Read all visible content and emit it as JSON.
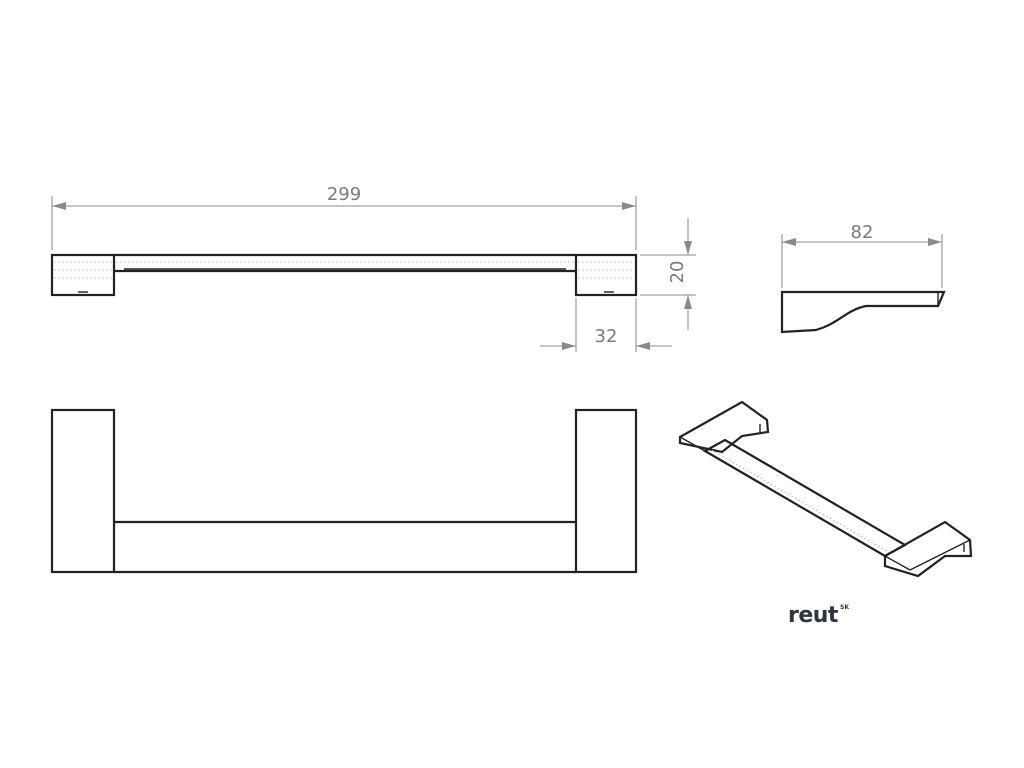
{
  "dimensions": {
    "length": "299",
    "height": "20",
    "bracket_width": "32",
    "depth": "82"
  },
  "logo": {
    "text": "reut",
    "superscript": "SK"
  },
  "colors": {
    "line": "#222222",
    "dimension": "#8a8a8a",
    "logo": "#2d3442"
  }
}
